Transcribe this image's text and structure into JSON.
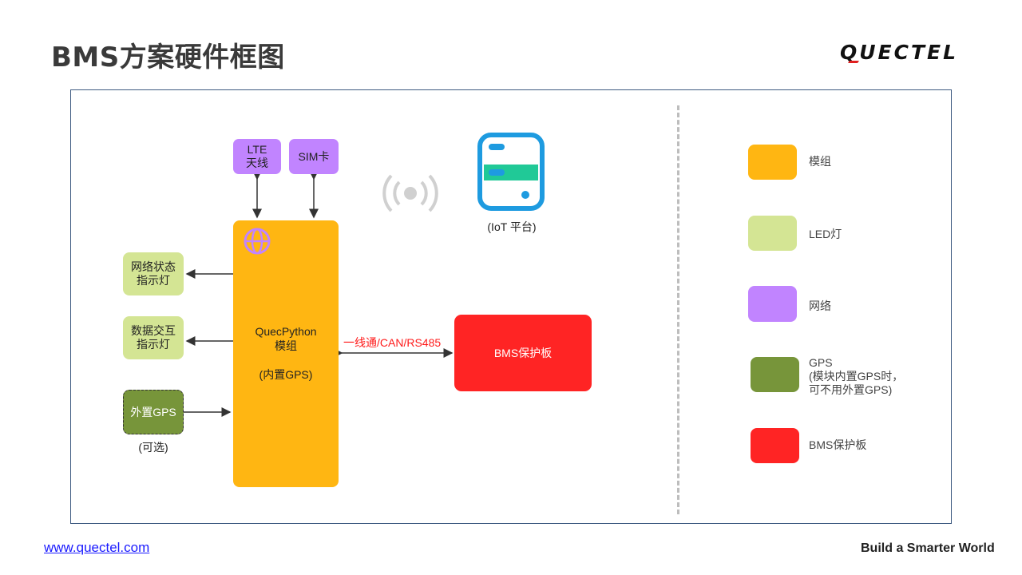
{
  "page": {
    "title": "BMS方案硬件框图",
    "logo_text": "QUECTEL",
    "footer_link": "www.quectel.com",
    "slogan": "Build a Smarter World"
  },
  "diagram": {
    "nodes": {
      "lte_antenna": "LTE\n天线",
      "sim_card": "SIM卡",
      "iot_platform_caption": "(IoT 平台)",
      "module_name": "QuecPython",
      "module_sub": "模组",
      "module_note": "(内置GPS)",
      "net_led": "网络状态\n指示灯",
      "data_led": "数据交互\n指示灯",
      "ext_gps": "外置GPS",
      "ext_gps_caption": "(可选)",
      "bms_board": "BMS保护板"
    },
    "edges": {
      "module_bms_label": "一线通/CAN/RS485"
    },
    "colors": {
      "module": "#ffb612",
      "led": "#d4e594",
      "network": "#c184ff",
      "gps": "#77953a",
      "bms": "#ff2424",
      "platform": "#1e9be0",
      "platform_bar": "#20c997"
    }
  },
  "legend": {
    "items": [
      {
        "label": "模组",
        "color": "#ffb612"
      },
      {
        "label": "LED灯",
        "color": "#d4e594"
      },
      {
        "label": "网络",
        "color": "#c184ff"
      },
      {
        "label": "GPS\n(模块内置GPS时，\n可不用外置GPS)",
        "color": "#77953a"
      },
      {
        "label": "BMS保护板",
        "color": "#ff2424"
      }
    ]
  }
}
